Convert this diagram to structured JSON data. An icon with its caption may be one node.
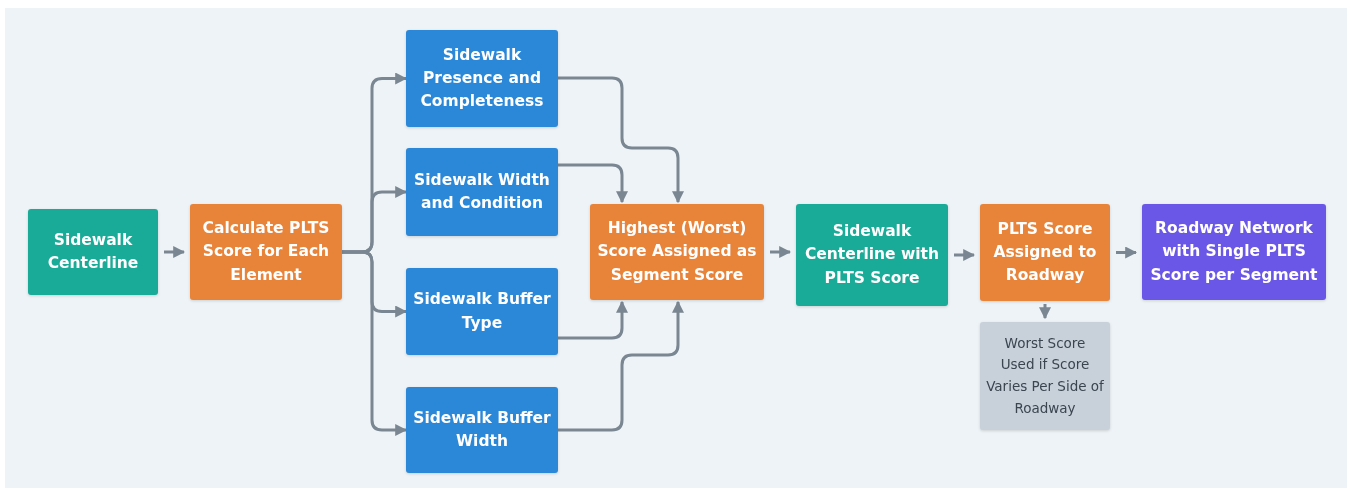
{
  "diagram": {
    "nodes": [
      {
        "text": [
          "Sidewalk Centerline"
        ]
      },
      {
        "text": [
          "Calculate PLTS Score for Each Element"
        ]
      },
      {
        "text": [
          "Sidewalk Presence and Completeness"
        ]
      },
      {
        "text": [
          "Sidewalk Width and Condition"
        ]
      },
      {
        "text": [
          "Sidewalk Buffer Type"
        ]
      },
      {
        "text": [
          "Sidewalk Buffer Width"
        ]
      },
      {
        "text": [
          "Highest (Worst) Score Assigned as Segment Score"
        ]
      },
      {
        "text": [
          "Sidewalk Centerline with PLTS Score"
        ]
      },
      {
        "text": [
          "PLTS Score Assigned to Roadway"
        ]
      },
      {
        "text": [
          "Worst Score Used if Score Varies Per Side of Roadway"
        ]
      },
      {
        "text": [
          "Roadway Network with Single PLTS Score per Segment"
        ]
      }
    ],
    "edges": [
      {
        "from": 0,
        "to": 1,
        "arrow": "to"
      },
      {
        "from": 1,
        "to": 2,
        "arrow": "to"
      },
      {
        "from": 1,
        "to": 3,
        "arrow": "to"
      },
      {
        "from": 1,
        "to": 4,
        "arrow": "to"
      },
      {
        "from": 1,
        "to": 5,
        "arrow": "to"
      },
      {
        "from": 2,
        "to": 6,
        "arrow": "to"
      },
      {
        "from": 3,
        "to": 6,
        "arrow": "to"
      },
      {
        "from": 4,
        "to": 6,
        "arrow": "to"
      },
      {
        "from": 5,
        "to": 6,
        "arrow": "to"
      },
      {
        "from": 6,
        "to": 7,
        "arrow": "to"
      },
      {
        "from": 7,
        "to": 8,
        "arrow": "to"
      },
      {
        "from": 8,
        "to": 10,
        "arrow": "to"
      },
      {
        "from": 8,
        "to": 9,
        "arrow": "to"
      }
    ]
  }
}
